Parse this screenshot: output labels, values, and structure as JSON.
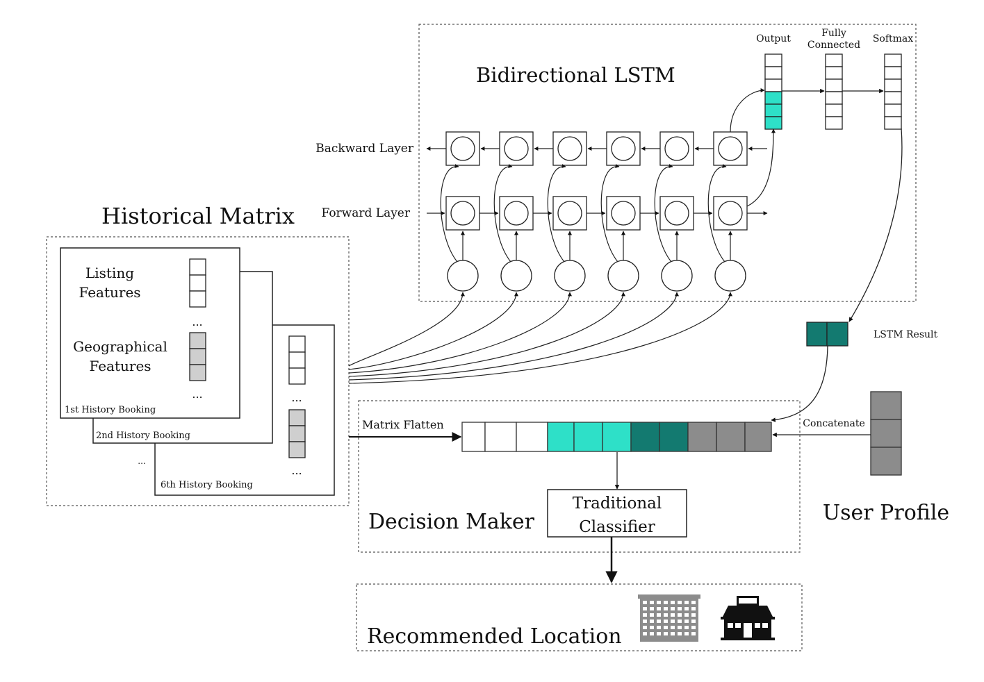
{
  "labels": {
    "bilstm_title": "Bidirectional LSTM",
    "output": "Output",
    "fully_connected_1": "Fully",
    "fully_connected_2": "Connected",
    "softmax": "Softmax",
    "backward_layer": "Backward Layer",
    "forward_layer": "Forward Layer",
    "historical_matrix": "Historical Matrix",
    "listing_features_1": "Listing",
    "listing_features_2": "Features",
    "geographical_features_1": "Geographical",
    "geographical_features_2": "Features",
    "ellipsis": "...",
    "booking_1": "1st History Booking",
    "booking_2": "2nd History Booking",
    "booking_6": "6th History Booking",
    "lstm_result": "LSTM Result",
    "matrix_flatten": "Matrix Flatten",
    "concatenate": "Concatenate",
    "decision_maker": "Decision Maker",
    "traditional_classifier_1": "Traditional",
    "traditional_classifier_2": "Classifier",
    "user_profile": "User Profile",
    "recommended_location": "Recommended Location"
  },
  "icons": [
    "office-building-icon",
    "house-icon"
  ],
  "colors": {
    "teal_light": "#2ee0c8",
    "teal_dark": "#137a70",
    "gray_cell": "#8c8c8c",
    "gray_light": "#cfcfcf"
  },
  "flatten_vector": [
    "white",
    "white",
    "white",
    "teal_light",
    "teal_light",
    "teal_light",
    "teal_dark",
    "teal_dark",
    "gray_cell",
    "gray_cell",
    "gray_cell"
  ],
  "lstm_timesteps": 6
}
